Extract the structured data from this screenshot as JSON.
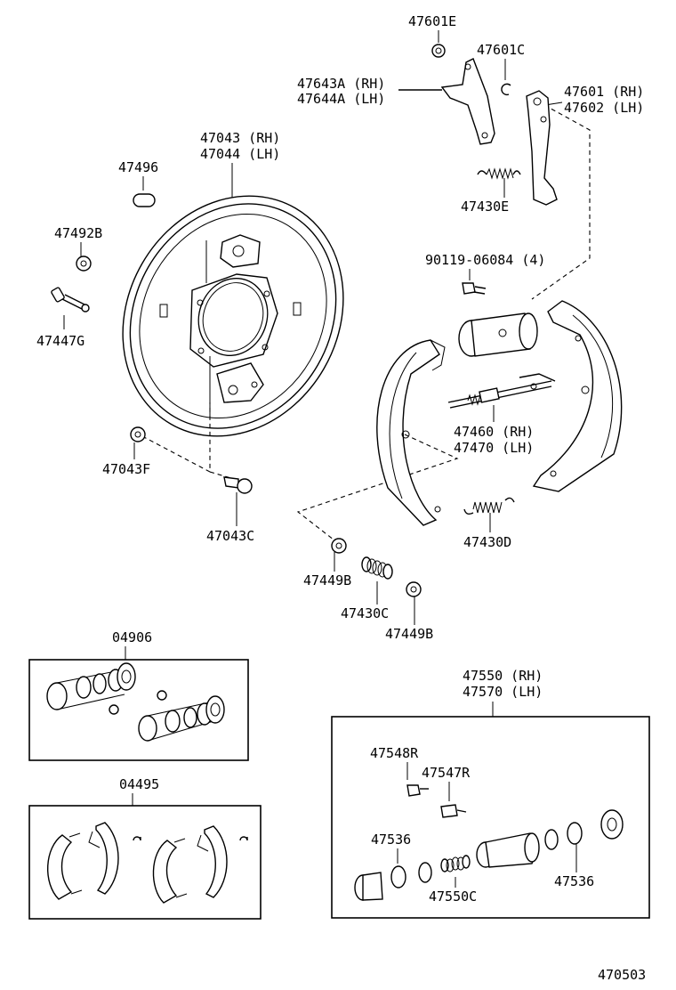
{
  "diagram_id": "470503",
  "labels": {
    "p47601E": "47601E",
    "p47601C": "47601C",
    "p47643A": "47643A (RH)",
    "p47644A": "47644A (LH)",
    "p47601": "47601 (RH)",
    "p47602": "47602 (LH)",
    "p47043": "47043 (RH)",
    "p47044": "47044 (LH)",
    "p47496": "47496",
    "p47492B": "47492B",
    "p47447G": "47447G",
    "p47430E": "47430E",
    "p90119": "90119-06084 (4)",
    "p47460": "47460 (RH)",
    "p47470": "47470 (LH)",
    "p47043F": "47043F",
    "p47043C": "47043C",
    "p47430D": "47430D",
    "p47449B_a": "47449B",
    "p47430C": "47430C",
    "p47449B_b": "47449B",
    "p04906": "04906",
    "p04495": "04495",
    "p47550": "47550 (RH)",
    "p47570": "47570 (LH)",
    "p47548R": "47548R",
    "p47547R": "47547R",
    "p47536_a": "47536",
    "p47550C": "47550C",
    "p47536_b": "47536"
  }
}
